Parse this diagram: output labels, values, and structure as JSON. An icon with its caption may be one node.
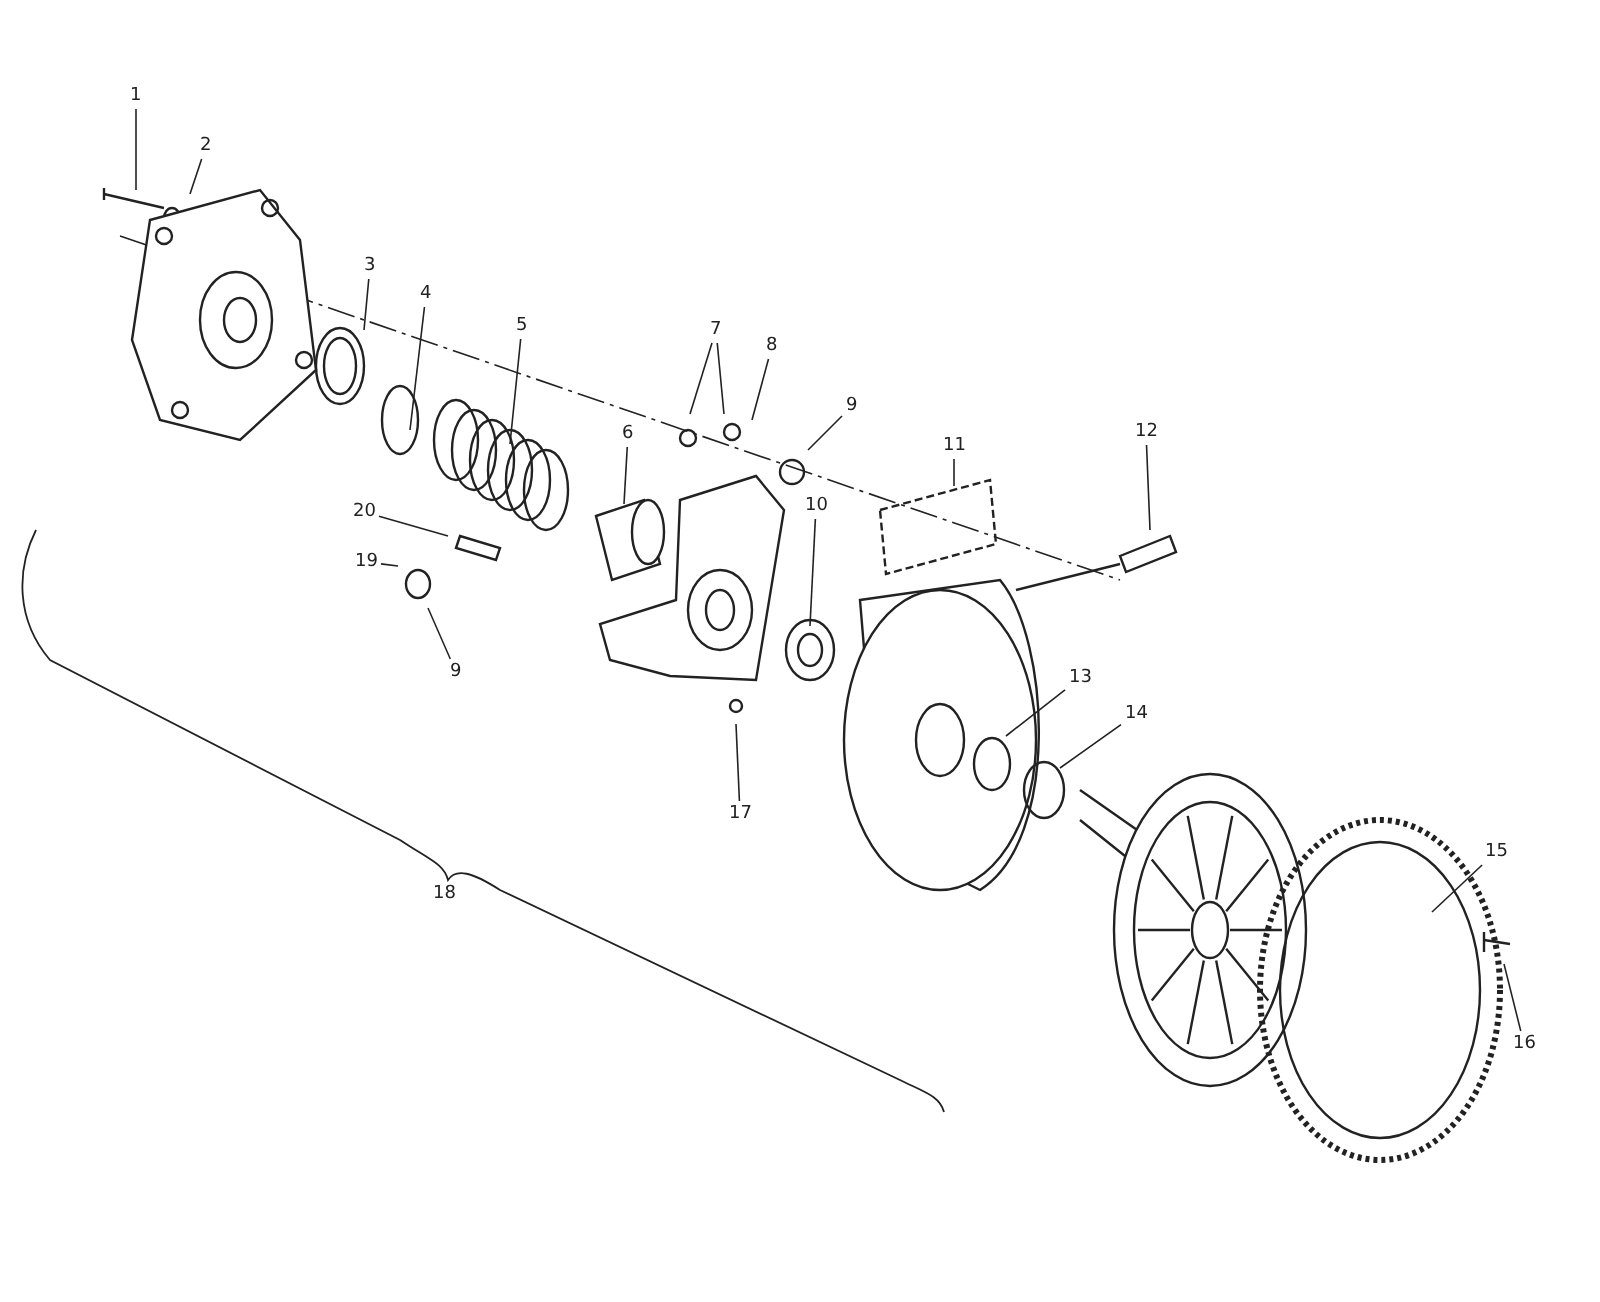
{
  "diagram": {
    "nodes": [
      {
        "text": [
          "1"
        ]
      },
      {
        "text": [
          "2"
        ]
      },
      {
        "text": [
          "3"
        ]
      },
      {
        "text": [
          "4"
        ]
      },
      {
        "text": [
          "5"
        ]
      },
      {
        "text": [
          "7"
        ]
      },
      {
        "text": [
          "8"
        ]
      },
      {
        "text": [
          "9"
        ]
      },
      {
        "text": [
          "6"
        ]
      },
      {
        "text": [
          "11"
        ]
      },
      {
        "text": [
          "12"
        ]
      },
      {
        "text": [
          "10"
        ]
      },
      {
        "text": [
          "20"
        ]
      },
      {
        "text": [
          "19"
        ]
      },
      {
        "text": [
          "9"
        ]
      },
      {
        "text": [
          "13"
        ]
      },
      {
        "text": [
          "14"
        ]
      },
      {
        "text": [
          "17"
        ]
      },
      {
        "text": [
          "15"
        ]
      },
      {
        "text": [
          "18"
        ]
      },
      {
        "text": [
          "16"
        ]
      }
    ],
    "edges": [
      {
        "from": 0,
        "to": null,
        "arrow": "none"
      },
      {
        "from": 1,
        "to": null,
        "arrow": "none"
      },
      {
        "from": 2,
        "to": null,
        "arrow": "none"
      },
      {
        "from": 3,
        "to": null,
        "arrow": "none"
      },
      {
        "from": 4,
        "to": null,
        "arrow": "none"
      },
      {
        "from": 5,
        "to": null,
        "arrow": "none"
      },
      {
        "from": 5,
        "to": null,
        "arrow": "none"
      },
      {
        "from": 6,
        "to": null,
        "arrow": "none"
      },
      {
        "from": 7,
        "to": null,
        "arrow": "none"
      },
      {
        "from": 8,
        "to": null,
        "arrow": "none"
      },
      {
        "from": 9,
        "to": null,
        "arrow": "none"
      },
      {
        "from": 10,
        "to": null,
        "arrow": "none"
      },
      {
        "from": 11,
        "to": null,
        "arrow": "none"
      },
      {
        "from": 12,
        "to": null,
        "arrow": "none"
      },
      {
        "from": 13,
        "to": null,
        "arrow": "none"
      },
      {
        "from": 14,
        "to": null,
        "arrow": "none"
      },
      {
        "from": 15,
        "to": null,
        "arrow": "none"
      },
      {
        "from": 16,
        "to": null,
        "arrow": "none"
      },
      {
        "from": 17,
        "to": null,
        "arrow": "none"
      },
      {
        "from": 18,
        "to": null,
        "arrow": "none"
      },
      {
        "from": 20,
        "to": null,
        "arrow": "none"
      }
    ]
  }
}
